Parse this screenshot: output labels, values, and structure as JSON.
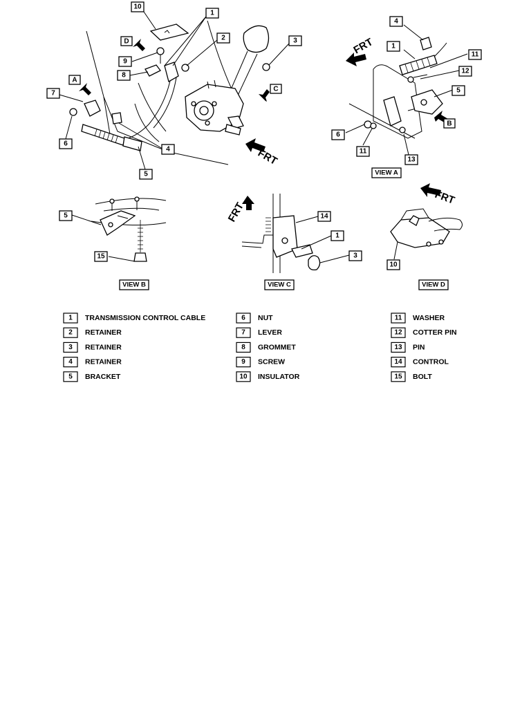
{
  "frt_label": "FRT",
  "view_letters": {
    "a": "A",
    "b": "B",
    "c": "C",
    "d": "D"
  },
  "view_titles": {
    "view_a": "VIEW A",
    "view_b": "VIEW B",
    "view_c": "VIEW C",
    "view_d": "VIEW D"
  },
  "callouts": {
    "main": [
      "10",
      "1",
      "2",
      "3",
      "9",
      "8",
      "7",
      "6",
      "4",
      "5"
    ],
    "view_a": [
      "4",
      "1",
      "11",
      "12",
      "5",
      "6",
      "11",
      "13"
    ],
    "view_b": [
      "5",
      "15"
    ],
    "view_c": [
      "14",
      "1",
      "3"
    ],
    "view_d": [
      "10"
    ]
  },
  "legend": [
    {
      "num": "1",
      "name": "TRANSMISSION CONTROL CABLE"
    },
    {
      "num": "2",
      "name": "RETAINER"
    },
    {
      "num": "3",
      "name": "RETAINER"
    },
    {
      "num": "4",
      "name": "RETAINER"
    },
    {
      "num": "5",
      "name": "BRACKET"
    },
    {
      "num": "6",
      "name": "NUT"
    },
    {
      "num": "7",
      "name": "LEVER"
    },
    {
      "num": "8",
      "name": "GROMMET"
    },
    {
      "num": "9",
      "name": "SCREW"
    },
    {
      "num": "10",
      "name": "INSULATOR"
    },
    {
      "num": "11",
      "name": "WASHER"
    },
    {
      "num": "12",
      "name": "COTTER PIN"
    },
    {
      "num": "13",
      "name": "PIN"
    },
    {
      "num": "14",
      "name": "CONTROL"
    },
    {
      "num": "15",
      "name": "BOLT"
    }
  ]
}
